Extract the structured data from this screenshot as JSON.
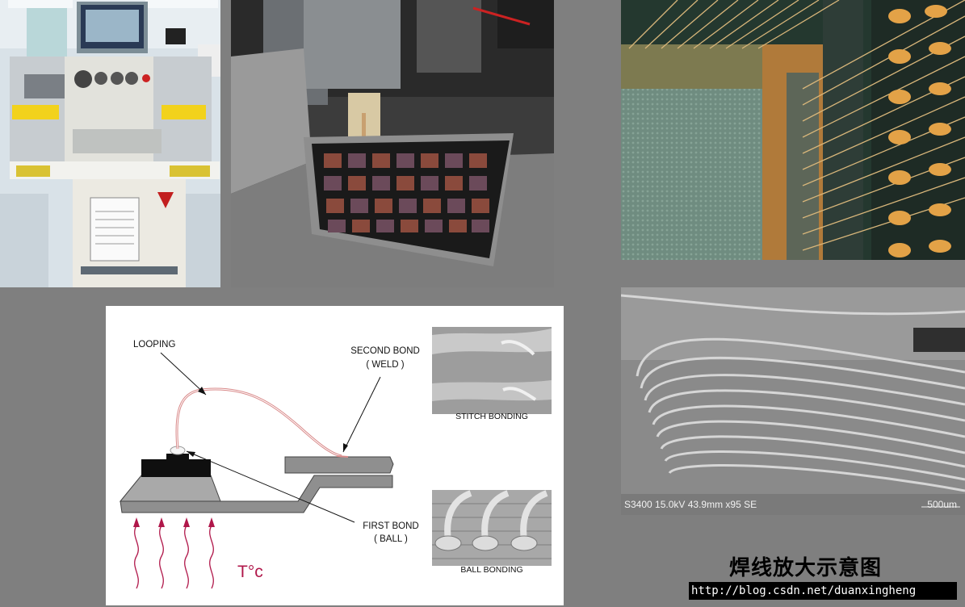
{
  "diagram": {
    "looping_label": "LOOPING",
    "second_bond_label": "SECOND BOND",
    "second_bond_sub": "( WELD )",
    "first_bond_label": "FIRST BOND",
    "first_bond_sub": "( BALL )",
    "stitch_bonding_label": "STITCH BONDING",
    "ball_bonding_label": "BALL BONDING",
    "temperature_label": "T°c"
  },
  "sem_photo": {
    "info_text": "S3400 15.0kV 43.9mm x95 SE",
    "scale_text": "500um"
  },
  "caption": {
    "title": "焊线放大示意图",
    "url": "http://blog.csdn.net/duanxingheng"
  },
  "colors": {
    "background": "#7f7f7f",
    "wire": "#d98a8a",
    "heat_arrow": "#b0174a"
  }
}
